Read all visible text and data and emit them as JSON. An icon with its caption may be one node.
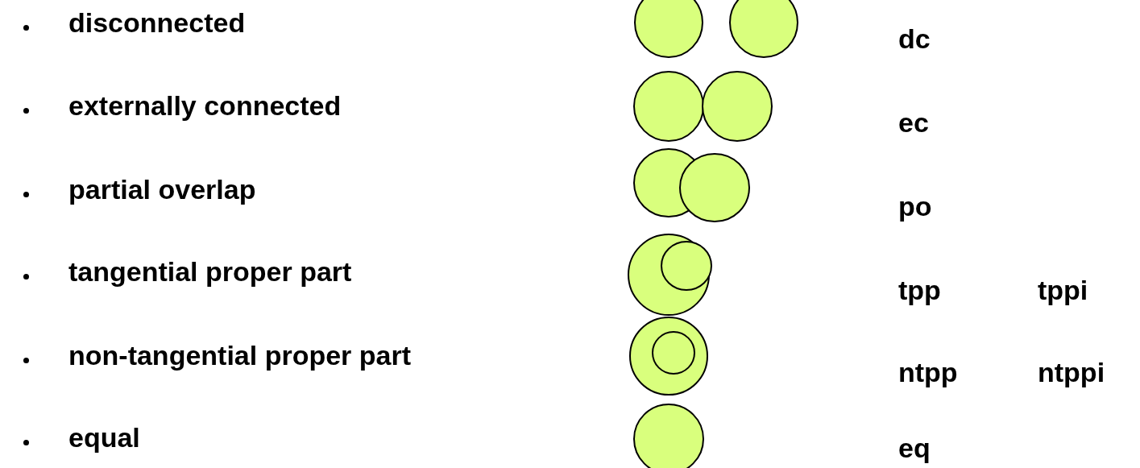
{
  "diagram": {
    "labels": [
      "disconnected",
      "dc",
      "externally connected",
      "ec",
      "partial overlap",
      "po",
      "tangential proper part",
      "tpp",
      "tppi",
      "non-tangential proper part",
      "ntpp",
      "ntppi",
      "equal",
      "eq"
    ]
  }
}
